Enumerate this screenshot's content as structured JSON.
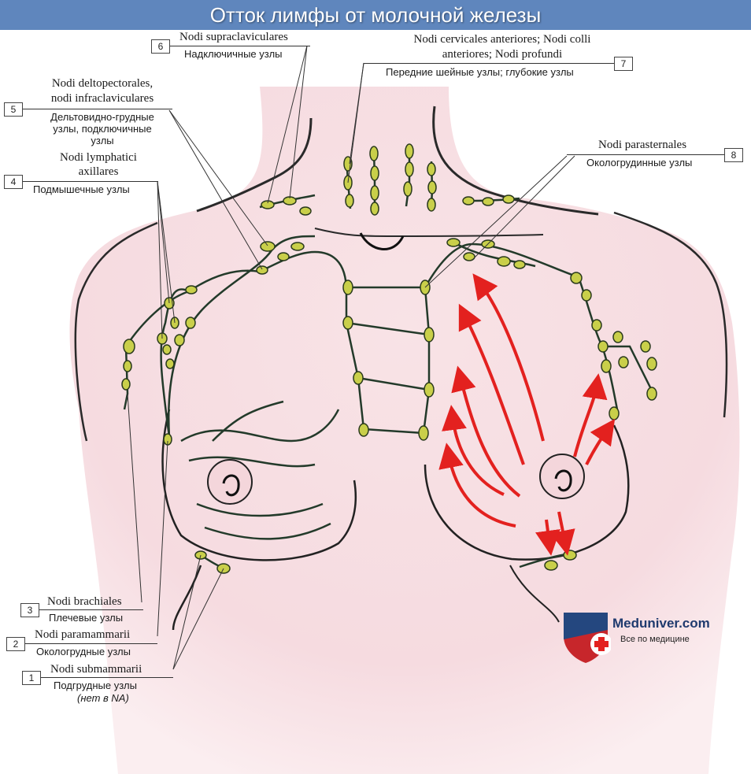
{
  "title": "Отток лимфы от молочной железы",
  "labels": {
    "l1": {
      "num": "1",
      "latin": "Nodi submammarii",
      "rus": "Подгрудные узлы",
      "note": "(нет в NA)"
    },
    "l2": {
      "num": "2",
      "latin": "Nodi paramammarii",
      "rus": "Окологрудные узлы"
    },
    "l3": {
      "num": "3",
      "latin": "Nodi brachiales",
      "rus": "Плечевые узлы"
    },
    "l4": {
      "num": "4",
      "latin1": "Nodi lymphatici",
      "latin2": "axillares",
      "rus": "Подмышечные узлы"
    },
    "l5": {
      "num": "5",
      "latin1": "Nodi deltopectorales,",
      "latin2": "nodi infraclaviculares",
      "rus1": "Дельтовидно-грудные",
      "rus2": "узлы, подключичные",
      "rus3": "узлы"
    },
    "l6": {
      "num": "6",
      "latin": "Nodi supraclaviculares",
      "rus": "Надключичные узлы"
    },
    "l7": {
      "num": "7",
      "latin1": "Nodi cervicales anteriores; Nodi colli",
      "latin2": "anteriores; Nodi profundi",
      "rus": "Передние шейные узлы; глубокие узлы"
    },
    "l8": {
      "num": "8",
      "latin": "Nodi parasternales",
      "rus": "Окологрудинные узлы"
    }
  },
  "watermark": {
    "brand": "Meduniver.com",
    "slogan": "Все по медицине"
  },
  "colors": {
    "title_bg": "#5f86bd",
    "skin": "#f7dfe3",
    "vessel": "#233a2a",
    "node": "#c9cf4a",
    "arrow": "#e3211f"
  }
}
